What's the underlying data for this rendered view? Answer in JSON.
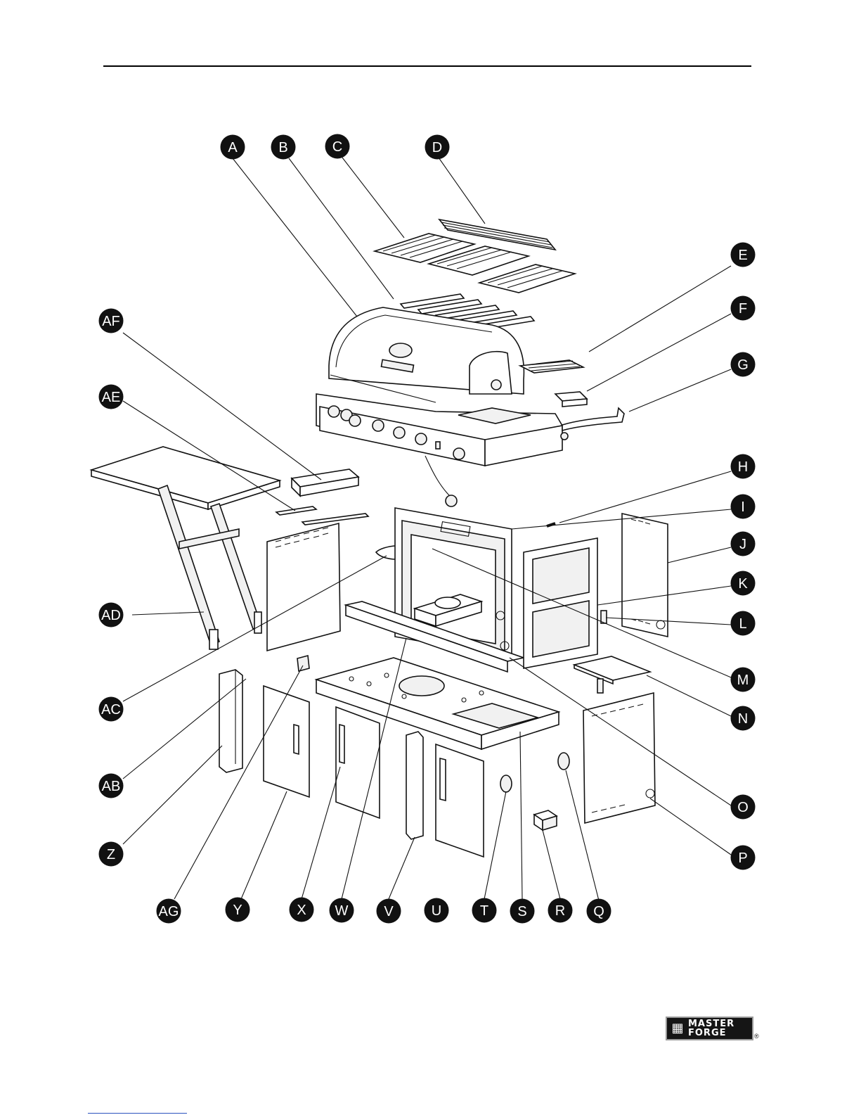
{
  "labels": [
    "A",
    "B",
    "C",
    "D",
    "E",
    "F",
    "G",
    "H",
    "I",
    "J",
    "K",
    "L",
    "M",
    "N",
    "O",
    "P",
    "Q",
    "R",
    "S",
    "T",
    "U",
    "V",
    "W",
    "X",
    "Y",
    "AG",
    "Z",
    "AB",
    "AC",
    "AD",
    "AE",
    "AF"
  ],
  "logo": {
    "line1": "MASTER",
    "line2": "FORGE",
    "registered": "®"
  },
  "colors": {
    "badge": "#111111",
    "badge_text": "#ffffff",
    "line": "#111111"
  }
}
